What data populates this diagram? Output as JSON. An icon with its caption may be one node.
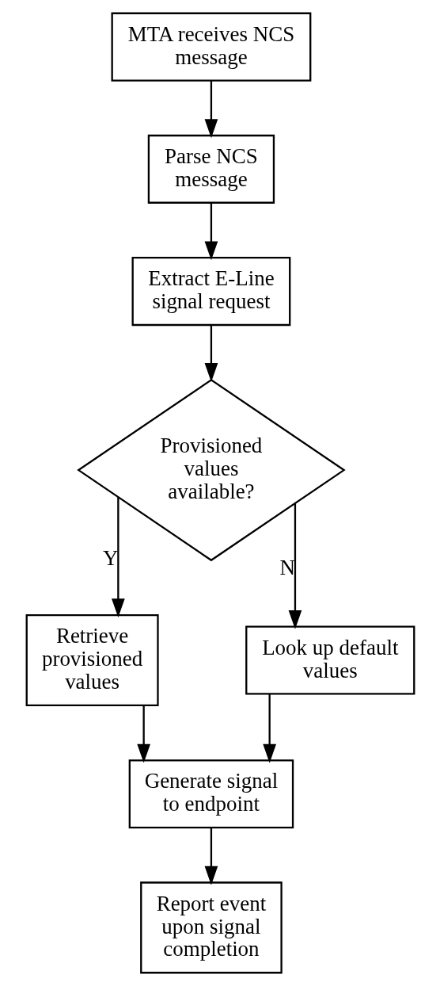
{
  "diagram": {
    "nodes": [
      {
        "text": [
          "MTA receives NCS message"
        ]
      },
      {
        "text": [
          "Parse NCS message"
        ]
      },
      {
        "text": [
          "Extract E-Line signal request"
        ]
      },
      {
        "text": [
          "Provisioned values available?"
        ]
      },
      {
        "text": [
          "Retrieve provisioned values"
        ]
      },
      {
        "text": [
          "Look up default values"
        ]
      },
      {
        "text": [
          "Generate signal to endpoint"
        ]
      },
      {
        "text": [
          "Report event upon signal completion"
        ]
      }
    ],
    "edges": [
      {
        "from": 0,
        "to": 1,
        "arrow": "to"
      },
      {
        "from": 1,
        "to": 2,
        "arrow": "to"
      },
      {
        "from": 2,
        "to": 3,
        "arrow": "to"
      },
      {
        "from": 3,
        "to": 4,
        "arrow": "to",
        "label": "Y"
      },
      {
        "from": 3,
        "to": 5,
        "arrow": "to",
        "label": "N"
      },
      {
        "from": 4,
        "to": 6,
        "arrow": "to"
      },
      {
        "from": 5,
        "to": 6,
        "arrow": "to"
      },
      {
        "from": 6,
        "to": 7,
        "arrow": "to"
      }
    ]
  }
}
